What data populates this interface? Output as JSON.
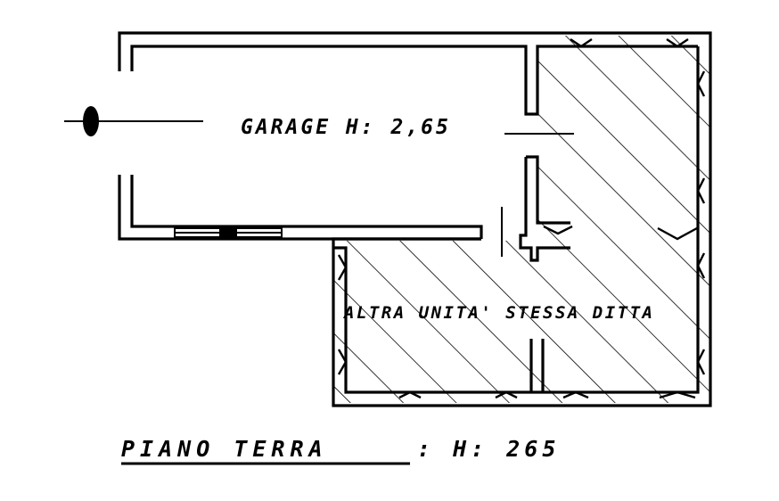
{
  "labels": {
    "garage": "GARAGE H: 2,65",
    "other_unit": "ALTRA UNITA' STESSA DITTA",
    "floor_title": "PIANO TERRA",
    "floor_height": ": H: 265"
  }
}
